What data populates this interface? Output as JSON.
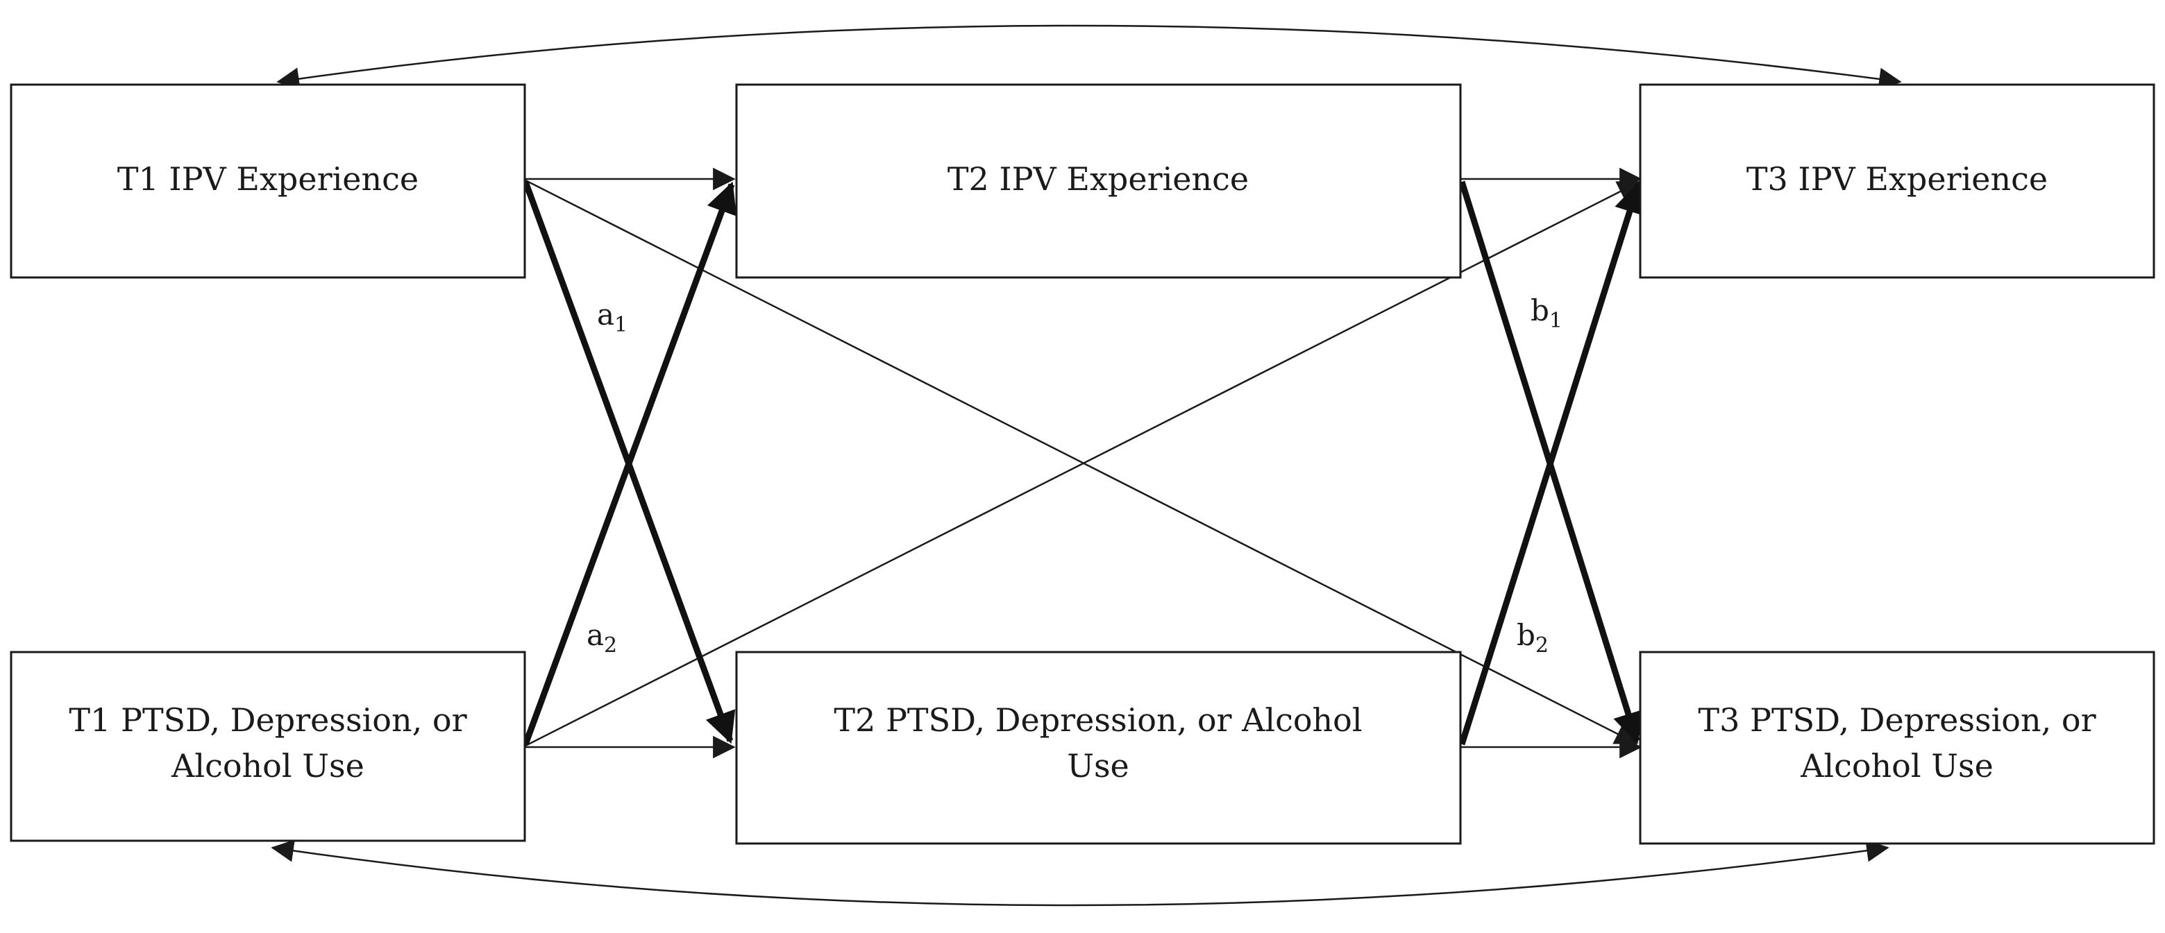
{
  "nodes": {
    "t1_ipv": {
      "lines": [
        "T1 IPV Experience"
      ]
    },
    "t2_ipv": {
      "lines": [
        "T2 IPV Experience"
      ]
    },
    "t3_ipv": {
      "lines": [
        "T3 IPV Experience"
      ]
    },
    "t1_mh": {
      "lines": [
        "T1 PTSD, Depression, or",
        "Alcohol Use"
      ]
    },
    "t2_mh": {
      "lines": [
        "T2 PTSD, Depression, or Alcohol",
        "Use"
      ]
    },
    "t3_mh": {
      "lines": [
        "T3 PTSD, Depression, or",
        "Alcohol Use"
      ]
    }
  },
  "path_labels": {
    "a1": {
      "letter": "a",
      "sub": "1"
    },
    "a2": {
      "letter": "a",
      "sub": "2"
    },
    "b1": {
      "letter": "b",
      "sub": "1"
    },
    "b2": {
      "letter": "b",
      "sub": "2"
    }
  },
  "edges": [
    {
      "from": "t1_ipv",
      "to": "t2_ipv",
      "type": "autoregressive",
      "emphasis": "normal"
    },
    {
      "from": "t2_ipv",
      "to": "t3_ipv",
      "type": "autoregressive",
      "emphasis": "normal"
    },
    {
      "from": "t1_mh",
      "to": "t2_mh",
      "type": "autoregressive",
      "emphasis": "normal"
    },
    {
      "from": "t2_mh",
      "to": "t3_mh",
      "type": "autoregressive",
      "emphasis": "normal"
    },
    {
      "from": "t1_ipv",
      "to": "t2_mh",
      "type": "cross-lagged",
      "emphasis": "bold",
      "label": "a1"
    },
    {
      "from": "t1_mh",
      "to": "t2_ipv",
      "type": "cross-lagged",
      "emphasis": "bold",
      "label": "a2"
    },
    {
      "from": "t2_ipv",
      "to": "t3_mh",
      "type": "cross-lagged",
      "emphasis": "bold",
      "label": "b1"
    },
    {
      "from": "t2_mh",
      "to": "t3_ipv",
      "type": "cross-lagged",
      "emphasis": "bold",
      "label": "b2"
    },
    {
      "from": "t1_ipv",
      "to": "t3_mh",
      "type": "long-lag",
      "emphasis": "normal"
    },
    {
      "from": "t1_mh",
      "to": "t3_ipv",
      "type": "long-lag",
      "emphasis": "normal"
    },
    {
      "from": "t1_ipv",
      "to": "t3_ipv",
      "type": "curved-double-headed",
      "emphasis": "normal"
    },
    {
      "from": "t1_mh",
      "to": "t3_mh",
      "type": "curved-double-headed",
      "emphasis": "normal"
    }
  ]
}
